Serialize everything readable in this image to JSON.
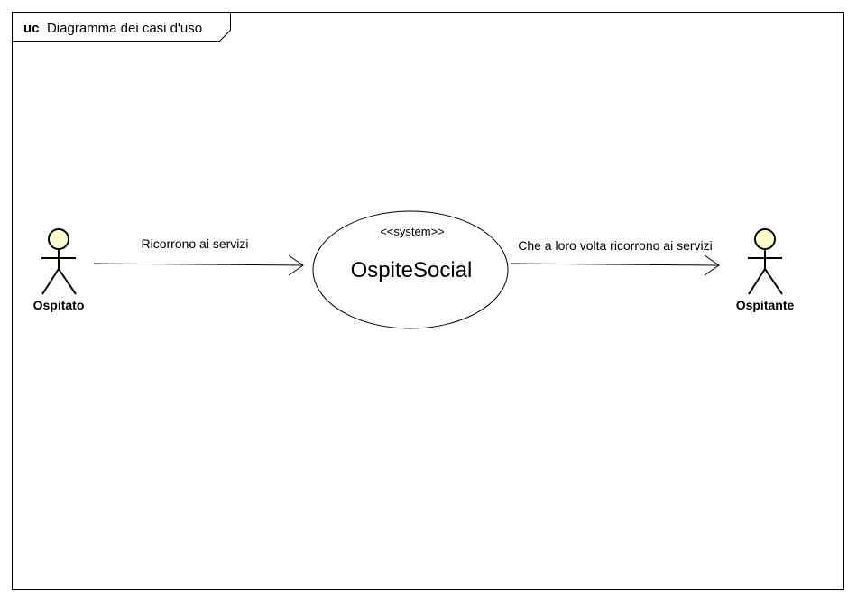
{
  "frame": {
    "keyword": "uc",
    "title": "Diagramma dei casi d'uso"
  },
  "actors": [
    {
      "name": "Ospitato"
    },
    {
      "name": "Ospitante"
    }
  ],
  "system": {
    "stereotype": "<<system>>",
    "name": "OspiteSocial"
  },
  "edges": [
    {
      "label": "Ricorrono ai servizi"
    },
    {
      "label": "Che a loro volta ricorrono ai servizi"
    }
  ],
  "colors": {
    "actor_head_fill": "#ffffcc",
    "stroke": "#000000",
    "background": "#ffffff"
  }
}
